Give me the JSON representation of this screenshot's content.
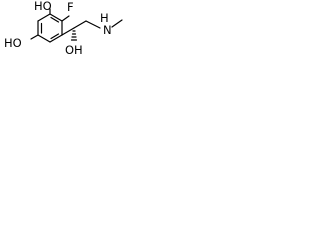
{
  "molecule": {
    "labels": {
      "ho_top": "HO",
      "fluoro": "F",
      "ho_left": "HO",
      "oh_side": "OH",
      "amine": "N",
      "amine_h": "H"
    }
  }
}
